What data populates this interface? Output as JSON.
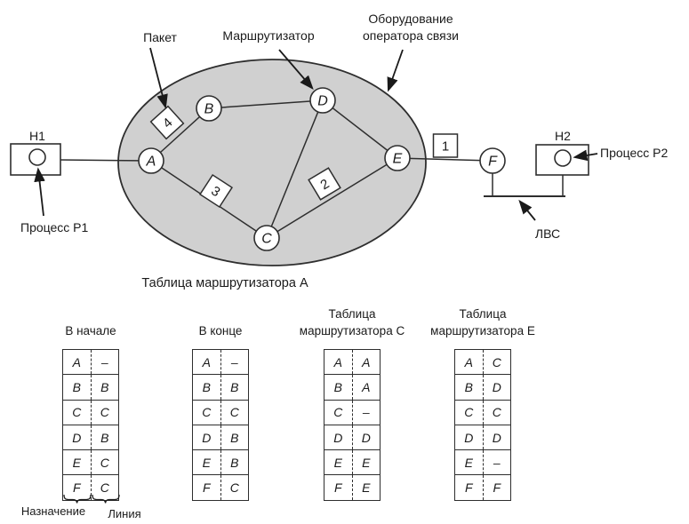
{
  "diagram": {
    "labels": {
      "packet": "Пакет",
      "router": "Маршрутизатор",
      "equipment_line1": "Оборудование",
      "equipment_line2": "оператора связи",
      "host1": "H1",
      "host2": "H2",
      "process_p1": "Процесс P1",
      "process_p2": "Процесс P2",
      "lan": "ЛВС"
    },
    "nodes": {
      "a": "A",
      "b": "B",
      "c": "C",
      "d": "D",
      "e": "E",
      "f": "F"
    },
    "packets": {
      "p1": "1",
      "p2": "2",
      "p3": "3",
      "p4": "4"
    },
    "colors": {
      "cloud_fill": "#d0d0d0",
      "stroke": "#2e2e2e",
      "background": "#ffffff"
    }
  },
  "tables_section": {
    "main_title": "Таблица маршрутизатора A",
    "tables": [
      {
        "title_top": "",
        "title_bottom": "В начале",
        "rows": [
          [
            "A",
            "–"
          ],
          [
            "B",
            "B"
          ],
          [
            "C",
            "C"
          ],
          [
            "D",
            "B"
          ],
          [
            "E",
            "C"
          ],
          [
            "F",
            "C"
          ]
        ]
      },
      {
        "title_top": "",
        "title_bottom": "В конце",
        "rows": [
          [
            "A",
            "–"
          ],
          [
            "B",
            "B"
          ],
          [
            "C",
            "C"
          ],
          [
            "D",
            "B"
          ],
          [
            "E",
            "B"
          ],
          [
            "F",
            "C"
          ]
        ]
      },
      {
        "title_top": "Таблица",
        "title_bottom": "маршрутизатора C",
        "rows": [
          [
            "A",
            "A"
          ],
          [
            "B",
            "A"
          ],
          [
            "C",
            "–"
          ],
          [
            "D",
            "D"
          ],
          [
            "E",
            "E"
          ],
          [
            "F",
            "E"
          ]
        ]
      },
      {
        "title_top": "Таблица",
        "title_bottom": "маршрутизатора E",
        "rows": [
          [
            "A",
            "C"
          ],
          [
            "B",
            "D"
          ],
          [
            "C",
            "C"
          ],
          [
            "D",
            "D"
          ],
          [
            "E",
            "–"
          ],
          [
            "F",
            "F"
          ]
        ]
      }
    ],
    "footer": {
      "destination": "Назначение",
      "line": "Линия"
    }
  }
}
